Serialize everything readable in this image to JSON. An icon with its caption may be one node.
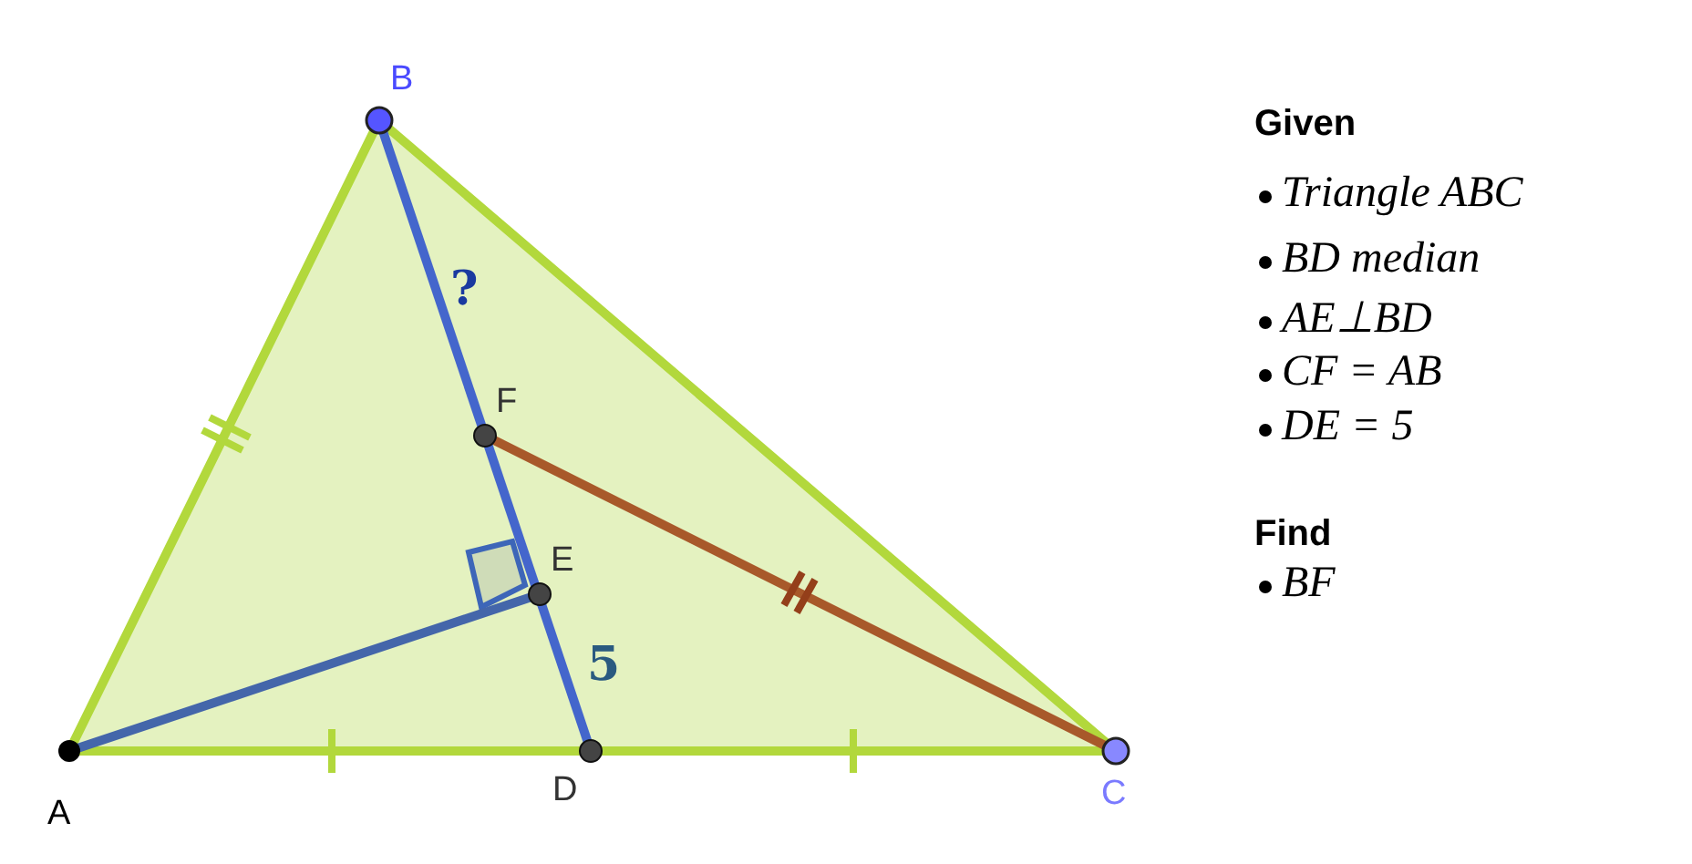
{
  "diagram": {
    "labels": [
      "B",
      "?",
      "F",
      "E",
      "5",
      "A",
      "D",
      "C",
      "Given",
      "Triangle ABC",
      "BD median",
      "AE⊥BD",
      "CF = AB",
      "DE = 5",
      "Find",
      "BF"
    ]
  }
}
